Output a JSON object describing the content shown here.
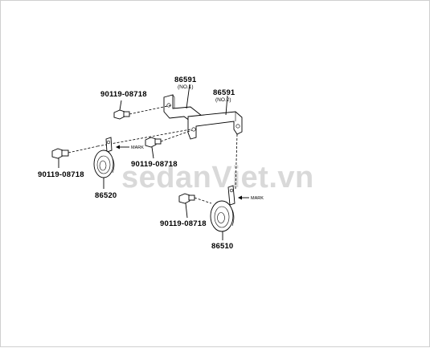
{
  "watermark": "sedanViet.vn",
  "labels": {
    "bracket_no1_number": "86591",
    "bracket_no1_sub": "(NO.1)",
    "bracket_no2_number": "86591",
    "bracket_no2_sub": "(NO.2)",
    "bolt_upper_left": "90119-08718",
    "bolt_left": "90119-08718",
    "bolt_center": "90119-08718",
    "bolt_lower_center": "90119-08718",
    "horn_left": "86520",
    "horn_right": "86510",
    "mark_left": "MARK",
    "mark_right": "MARK"
  }
}
